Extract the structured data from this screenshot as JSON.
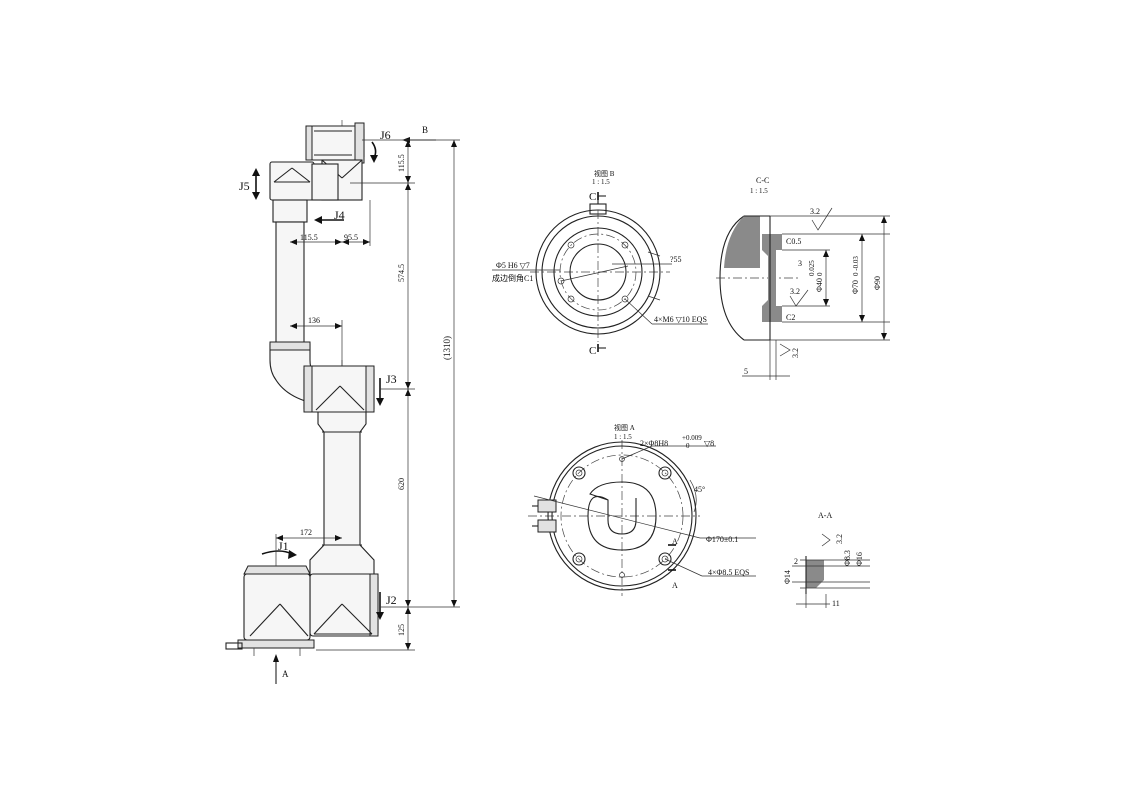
{
  "arm": {
    "joints": [
      "J1",
      "J2",
      "J3",
      "J4",
      "J5",
      "J6"
    ],
    "view_arrow_b": "B",
    "view_arrow_a": "A",
    "dims": {
      "top": "115.5",
      "upper": "574.5",
      "total": "(1310)",
      "lower": "620",
      "base": "125",
      "wrist_offset_1": "115.5",
      "wrist_offset_2": "95.5",
      "elbow_offset": "136",
      "shoulder_offset": "172"
    }
  },
  "view_b": {
    "title": "视图 B",
    "scale": "1 : 1.5",
    "section_letter": "C",
    "hole_note_1": "Φ5 H6 ▽7",
    "hole_note_2": "成边倒角C1",
    "dia_note": "?55",
    "thread_note": "4×M6 ▽10 EQS"
  },
  "section_cc": {
    "title": "C-C",
    "scale": "1 : 1.5",
    "rough_top": "3.2",
    "chamfer1": "C0.5",
    "depth": "3",
    "rough_mid": "3.2",
    "chamfer2": "C2",
    "rough_bot": "3.2",
    "width": "5",
    "d40": "Φ40",
    "d40_tol_hi": "0.025",
    "d40_tol_lo": "0",
    "d70": "Φ70",
    "d70_tol": "0 -0.03",
    "d90": "Φ90"
  },
  "view_a": {
    "title": "视图 A",
    "scale": "1 : 1.5",
    "pin_note": "2×Φ8H8",
    "pin_tol_hi": "+0.009",
    "pin_tol_lo": "0",
    "pin_depth": "▽8",
    "angle": "45°",
    "pcd": "Φ170±0.1",
    "bolt_note": "4×Φ8.5 EQS",
    "section_letter": "A"
  },
  "section_aa": {
    "title": "A-A",
    "rough": "3.2",
    "d83": "Φ8.3",
    "d16": "Φ16",
    "d14": "Φ14",
    "depth": "2",
    "length": "11"
  }
}
